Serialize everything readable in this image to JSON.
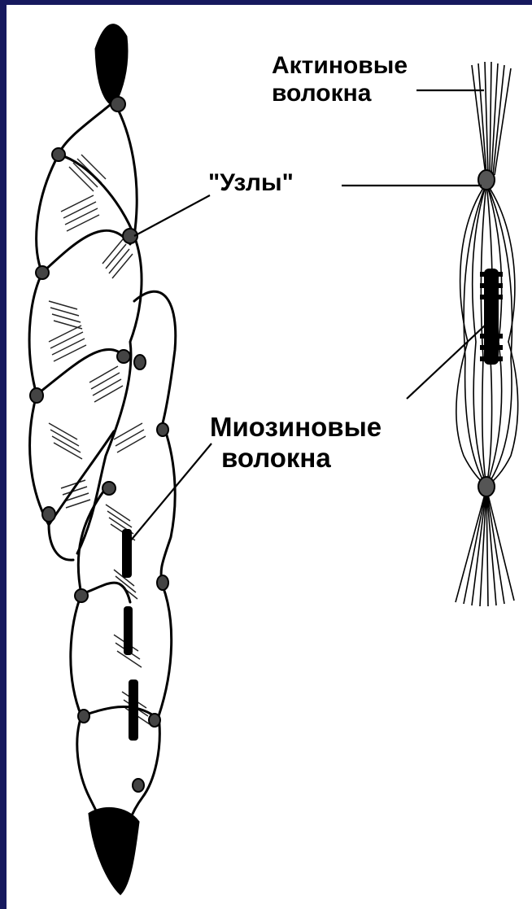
{
  "labels": {
    "actin_line1": "Актиновые",
    "actin_line2": "волокна",
    "nodes": "\"Узлы\"",
    "myosin_line1": "Миозиновые",
    "myosin_line2": "волокна"
  },
  "colors": {
    "frame": "#16195e",
    "panel": "#ffffff",
    "ink": "#000000"
  }
}
